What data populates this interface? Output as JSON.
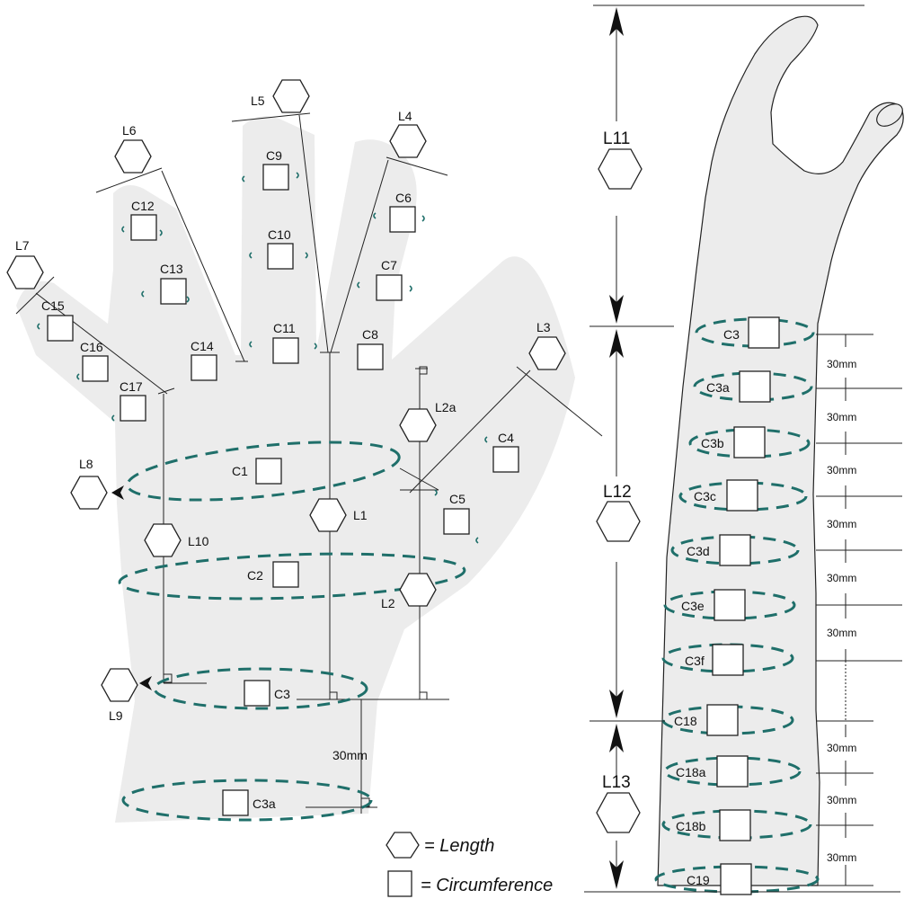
{
  "hand": {
    "length_markers": {
      "L1": "L1",
      "L2": "L2",
      "L2a": "L2a",
      "L3": "L3",
      "L4": "L4",
      "L5": "L5",
      "L6": "L6",
      "L7": "L7",
      "L8": "L8",
      "L9": "L9",
      "L10": "L10"
    },
    "circumference_markers": {
      "C1": "C1",
      "C2": "C2",
      "C3": "C3",
      "C3a": "C3a",
      "C4": "C4",
      "C5": "C5",
      "C6": "C6",
      "C7": "C7",
      "C8": "C8",
      "C9": "C9",
      "C10": "C10",
      "C11": "C11",
      "C12": "C12",
      "C13": "C13",
      "C14": "C14",
      "C15": "C15",
      "C16": "C16",
      "C17": "C17"
    },
    "spacing_label": "30mm"
  },
  "arm": {
    "length_markers": {
      "L11": "L11",
      "L12": "L12",
      "L13": "L13"
    },
    "circumference_markers": {
      "C3": "C3",
      "C3a": "C3a",
      "C3b": "C3b",
      "C3c": "C3c",
      "C3d": "C3d",
      "C3e": "C3e",
      "C3f": "C3f",
      "C18": "C18",
      "C18a": "C18a",
      "C18b": "C18b",
      "C19": "C19"
    },
    "spacing_labels": [
      "30mm",
      "30mm",
      "30mm",
      "30mm",
      "30mm",
      "30mm",
      "30mm",
      "30mm",
      "30mm"
    ]
  },
  "legend": {
    "length_label": "= Length",
    "circumference_label": "= Circumference"
  },
  "colors": {
    "silhouette": "#ececec",
    "dashed_loop": "#1f6f6a",
    "line": "#222222"
  }
}
